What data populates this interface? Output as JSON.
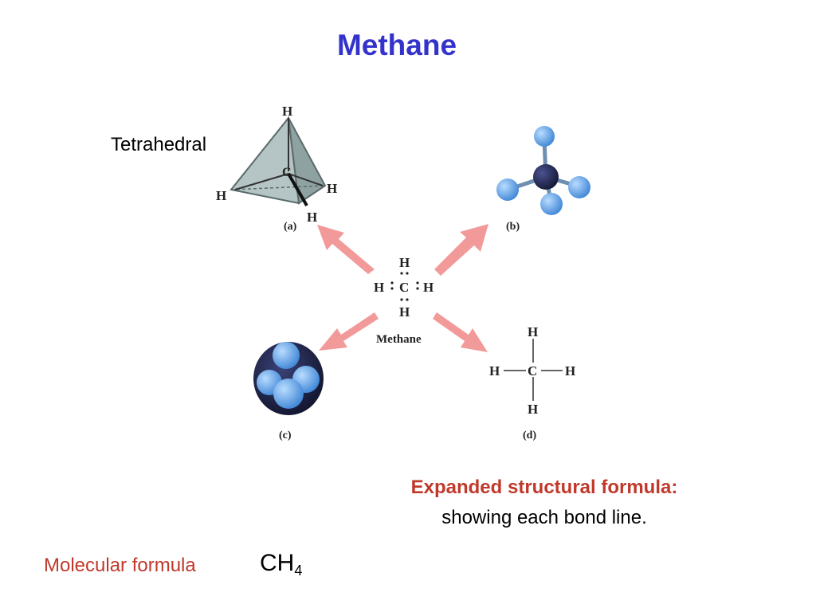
{
  "title": "Methane",
  "tetrahedral_label": "Tetrahedral",
  "expanded": {
    "heading": "Expanded structural formula:",
    "description": "showing each bond line."
  },
  "molecular": {
    "label": "Molecular formula",
    "formula_main": "CH",
    "formula_sub": "4"
  },
  "figure": {
    "a": {
      "top_h": "H",
      "center_c": "C",
      "left_h": "H",
      "right_h": "H",
      "bottom_h": "H",
      "caption": "(a)"
    },
    "b": {
      "caption": "(b)"
    },
    "c": {
      "caption": "(c)"
    },
    "d": {
      "top_h": "H",
      "left_h": "H",
      "c": "C",
      "right_h": "H",
      "bottom_h": "H",
      "caption": "(d)"
    },
    "lewis": {
      "top_h": "H",
      "left_h": "H",
      "c": "C",
      "right_h": "H",
      "bottom_h": "H",
      "caption": "Methane"
    }
  },
  "colors": {
    "title": "#3333cc",
    "accent_red": "#c0392b",
    "arrow": "#f4a0a0",
    "atom_h": "#5b9be8",
    "atom_c": "#1f2447"
  }
}
